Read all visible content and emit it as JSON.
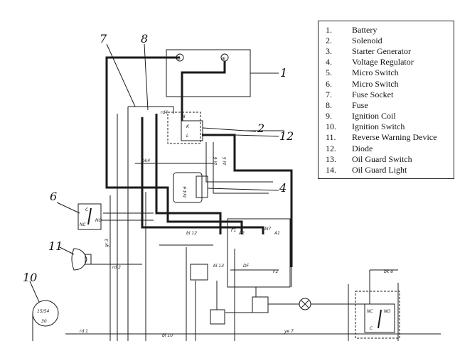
{
  "legend": [
    {
      "number": "1.",
      "label": "Battery"
    },
    {
      "number": "2.",
      "label": "Solenoid"
    },
    {
      "number": "3.",
      "label": "Starter Generator"
    },
    {
      "number": "4.",
      "label": "Voltage Regulator"
    },
    {
      "number": "5.",
      "label": "Micro Switch"
    },
    {
      "number": "6.",
      "label": "Micro Switch"
    },
    {
      "number": "7.",
      "label": "Fuse Socket"
    },
    {
      "number": "8.",
      "label": "Fuse"
    },
    {
      "number": "9.",
      "label": "Ignition Coil"
    },
    {
      "number": "10.",
      "label": "Ignition Switch"
    },
    {
      "number": "11.",
      "label": "Reverse Warning Device"
    },
    {
      "number": "12.",
      "label": "Diode"
    },
    {
      "number": "13.",
      "label": "Oil Guard Switch"
    },
    {
      "number": "14.",
      "label": "Oil Guard Light"
    }
  ],
  "callouts": {
    "c1": "1",
    "c2": "2",
    "c4": "4",
    "c6": "6",
    "c7": "7",
    "c8": "8",
    "c10": "10",
    "c11": "11",
    "c12": "12"
  },
  "terminals": {
    "minus": "⊖",
    "plus": "⊕",
    "f1": "F1",
    "a2": "A2",
    "a1": "A1",
    "df": "DF",
    "f2": "F2",
    "nc_left": "NC",
    "no_left": "NO",
    "c_left": "C",
    "nc_right": "NC",
    "no_right": "NO",
    "c_right": "C",
    "n": "N",
    "k": "K",
    "l": "L"
  },
  "wire_labels": {
    "bk4": "bk4",
    "rd4": "rd4",
    "bl6": "bl 6",
    "bl5": "bl 5",
    "bl12": "bl 12",
    "bl7": "bl7",
    "bl13": "bl 13",
    "bl10": "bl 10",
    "gr3": "gr 3",
    "rd2": "rd 2",
    "rd1": "rd 1",
    "ye7": "ye 7",
    "bk8": "bk 8",
    "n1524": "15/54",
    "n30": "30",
    "b4": "br4 6"
  }
}
